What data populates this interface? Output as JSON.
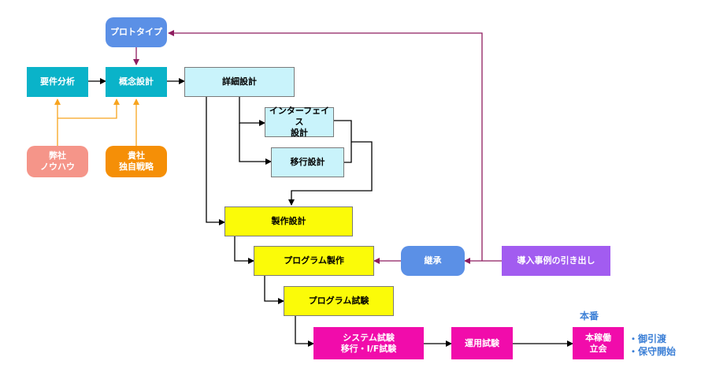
{
  "colors": {
    "teal": "#0ab3c9",
    "light_cyan": "#c9f3fb",
    "blue": "#5b90e6",
    "salmon": "#f59589",
    "orange": "#f58f07",
    "yellow": "#fbfb08",
    "magenta": "#f10cab",
    "purple": "#a25cf0",
    "wire_black": "#000000",
    "wire_orange": "#f7a41e",
    "wire_maroon": "#8e1c5f",
    "note_blue": "#3b7fd6"
  },
  "nodes": {
    "prototype": "プロトタイプ",
    "requirements": "要件分析",
    "concept": "概念設計",
    "detail": "詳細設計",
    "interface": "インターフェイス\n設計",
    "migration": "移行設計",
    "our_knowhow": "弊社\nノウハウ",
    "client_strategy": "貴社\n独自戦略",
    "production": "製作設計",
    "program_build": "プログラム製作",
    "inherit": "継承",
    "case_derivation": "導入事例の引き出し",
    "program_test": "プログラム試験",
    "system_test": "システム試験\n移行・I/F試験",
    "operation_test": "運用試験",
    "go_live": "本稼働\n立会"
  },
  "labels": {
    "honban": "本番",
    "handover": "・御引渡\n・保守開始"
  }
}
